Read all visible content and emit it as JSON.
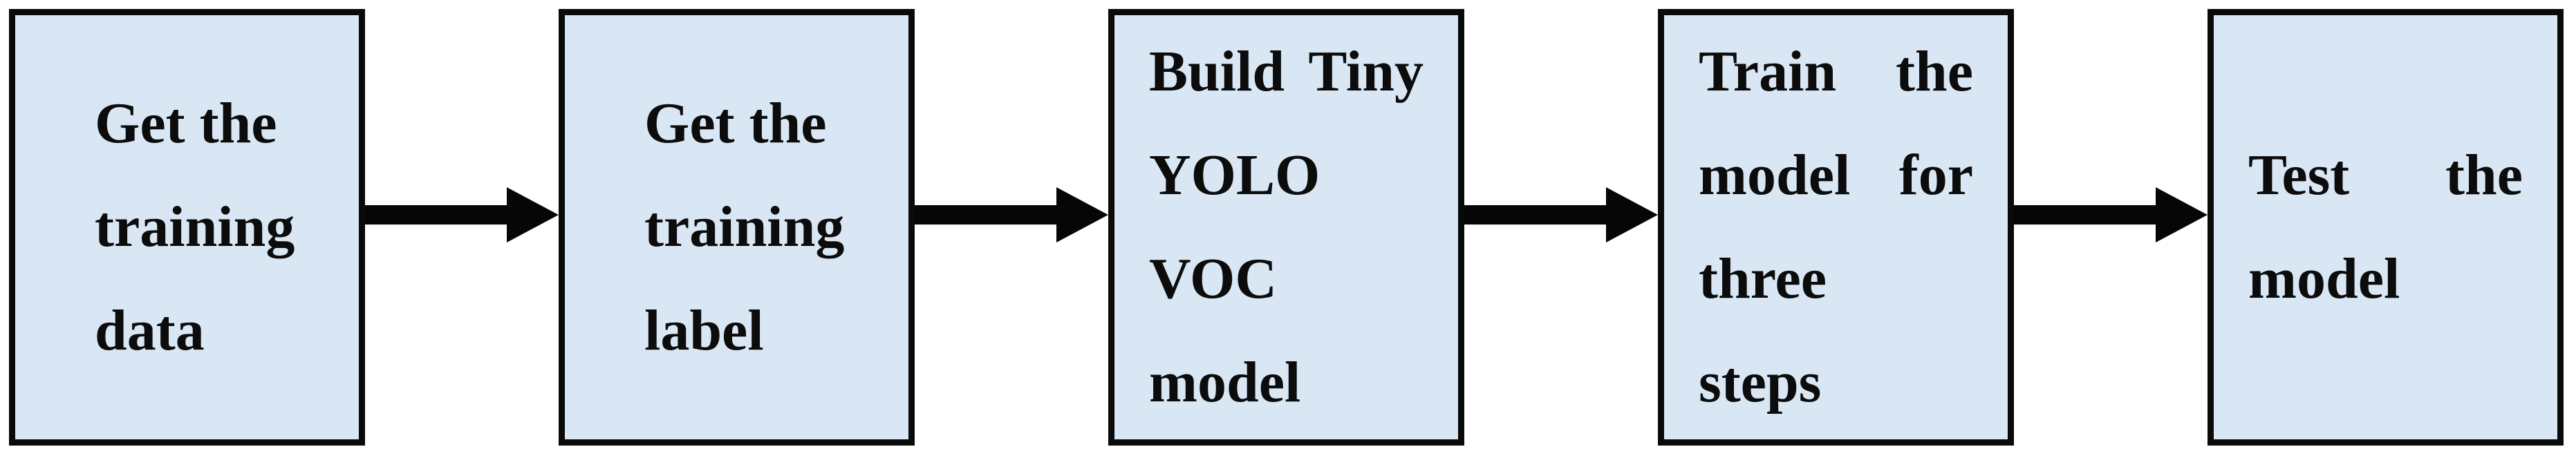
{
  "figure": {
    "type": "flowchart",
    "description": "Left-to-right training pipeline flowchart for a Tiny YOLO VOC model",
    "direction": "left-to-right",
    "connector": "arrow-right",
    "colors": {
      "background": "#ffffff",
      "box_fill": "#d9e7f4",
      "box_border": "#0a0a0a",
      "arrow": "#060606",
      "text": "#0c0c0c"
    },
    "steps": [
      {
        "id": "get-training-data",
        "label": "Get the training data",
        "lines": [
          {
            "words": [
              "Get",
              "the"
            ],
            "justify": false
          },
          {
            "words": [
              "training"
            ],
            "justify": false
          },
          {
            "words": [
              "data"
            ],
            "justify": false
          }
        ]
      },
      {
        "id": "get-training-label",
        "label": "Get the training label",
        "lines": [
          {
            "words": [
              "Get",
              "the"
            ],
            "justify": false
          },
          {
            "words": [
              "training"
            ],
            "justify": false
          },
          {
            "words": [
              "label"
            ],
            "justify": false
          }
        ]
      },
      {
        "id": "build-tiny-yolo-voc-model",
        "label": "Build Tiny YOLO VOC model",
        "lines": [
          {
            "words": [
              "Build",
              "Tiny"
            ],
            "justify": true
          },
          {
            "words": [
              "YOLO"
            ],
            "justify": false
          },
          {
            "words": [
              "VOC"
            ],
            "justify": false
          },
          {
            "words": [
              "model"
            ],
            "justify": false
          }
        ]
      },
      {
        "id": "train-the-model-for-three-steps",
        "label": "Train the model for three steps",
        "lines": [
          {
            "words": [
              "Train",
              "the"
            ],
            "justify": true
          },
          {
            "words": [
              "model",
              "for"
            ],
            "justify": true
          },
          {
            "words": [
              "three"
            ],
            "justify": false
          },
          {
            "words": [
              "steps"
            ],
            "justify": false
          }
        ]
      },
      {
        "id": "test-the-model",
        "label": "Test the model",
        "lines": [
          {
            "words": [
              "Test",
              "the"
            ],
            "justify": true
          },
          {
            "words": [
              "model"
            ],
            "justify": false
          }
        ]
      }
    ]
  }
}
